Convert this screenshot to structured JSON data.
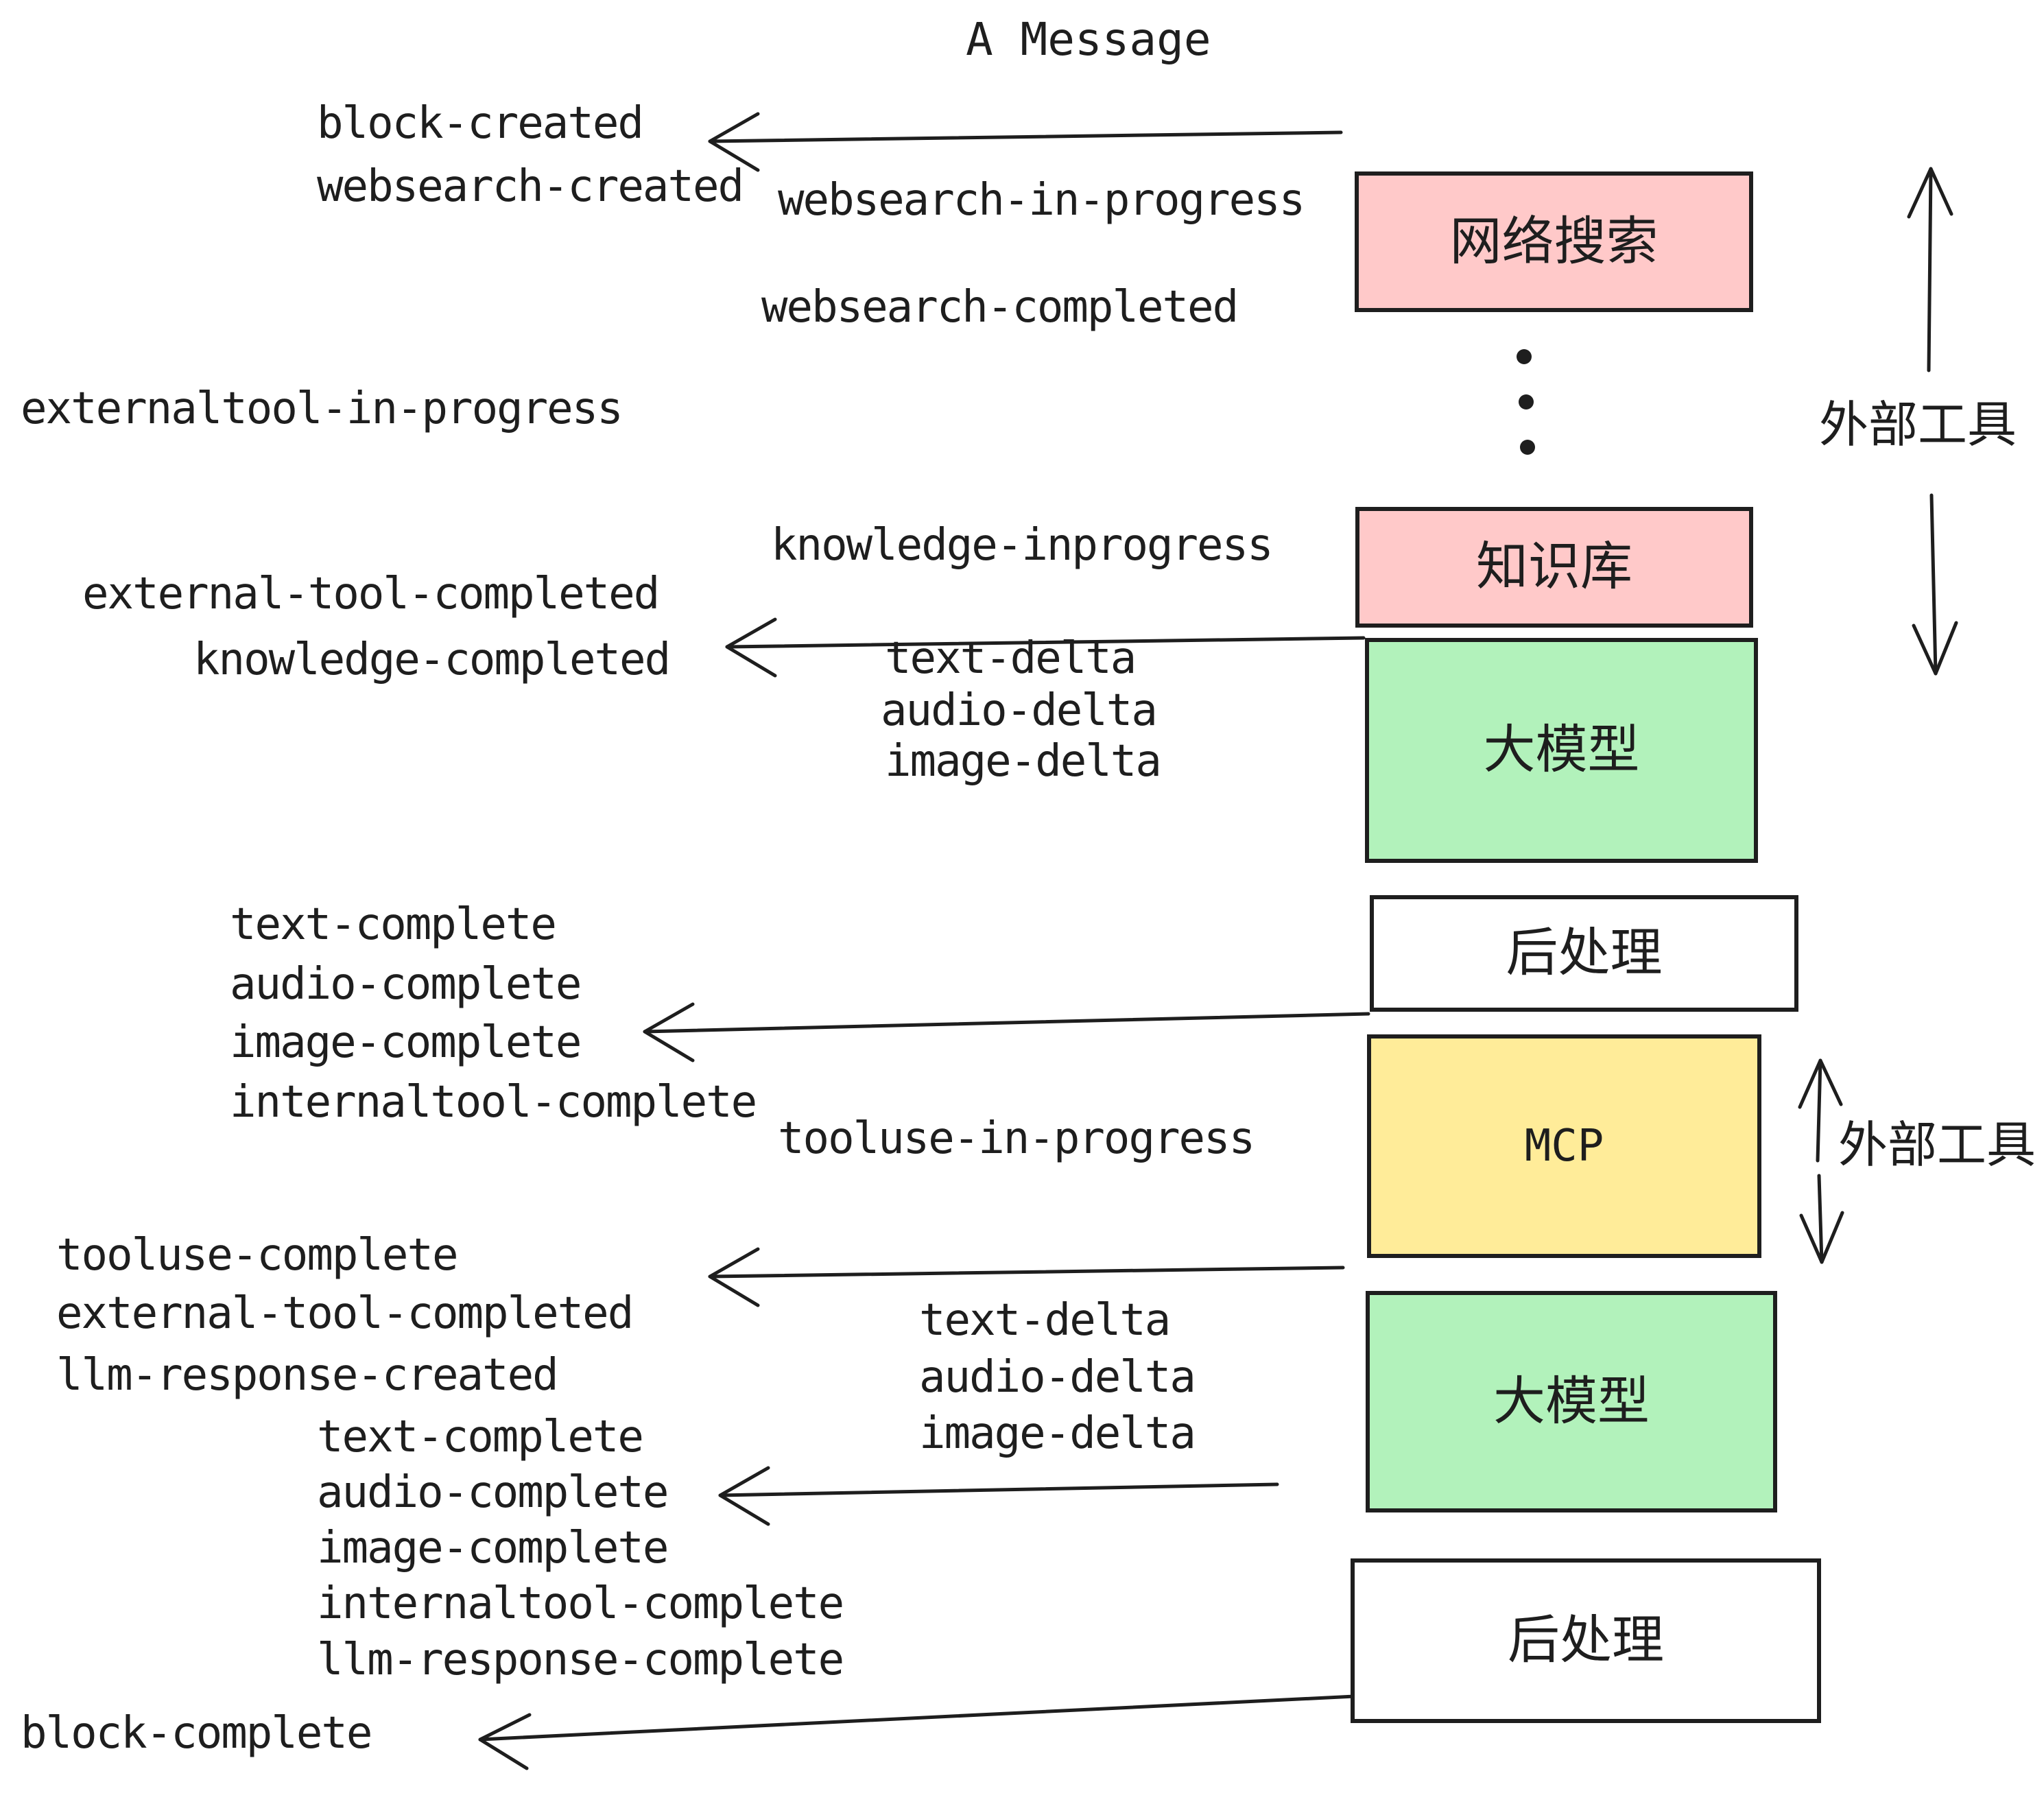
{
  "title": "A Message",
  "colors": {
    "box_pink": "#FFC9C9",
    "box_green": "#B2F2BB",
    "box_yellow": "#FFEC99",
    "box_white": "#FFFFFF",
    "stroke": "#1E1E1E",
    "background": "#FFFFFF"
  },
  "boxes": [
    {
      "id": "websearch",
      "label": "网络搜索",
      "color": "pink"
    },
    {
      "id": "knowledge",
      "label": "知识库",
      "color": "pink"
    },
    {
      "id": "llm-1",
      "label": "大模型",
      "color": "green"
    },
    {
      "id": "post-1",
      "label": "后处理",
      "color": "white"
    },
    {
      "id": "mcp",
      "label": "MCP",
      "color": "yellow"
    },
    {
      "id": "llm-2",
      "label": "大模型",
      "color": "green"
    },
    {
      "id": "post-2",
      "label": "后处理",
      "color": "white"
    }
  ],
  "side_labels": [
    {
      "id": "external-tools-top",
      "label": "外部工具"
    },
    {
      "id": "external-tools-mcp",
      "label": "外部工具"
    }
  ],
  "events": [
    {
      "text": "block-created"
    },
    {
      "text": "websearch-created"
    },
    {
      "text": "websearch-in-progress"
    },
    {
      "text": "websearch-completed"
    },
    {
      "text": "externaltool-in-progress"
    },
    {
      "text": "knowledge-inprogress"
    },
    {
      "text": "external-tool-completed"
    },
    {
      "text": "knowledge-completed"
    },
    {
      "text": "text-delta"
    },
    {
      "text": "audio-delta"
    },
    {
      "text": "image-delta"
    },
    {
      "text": "text-complete"
    },
    {
      "text": "audio-complete"
    },
    {
      "text": "image-complete"
    },
    {
      "text": "internaltool-complete"
    },
    {
      "text": "tooluse-in-progress"
    },
    {
      "text": "tooluse-complete"
    },
    {
      "text": "external-tool-completed"
    },
    {
      "text": "llm-response-created"
    },
    {
      "text": "text-complete"
    },
    {
      "text": "audio-complete"
    },
    {
      "text": "image-complete"
    },
    {
      "text": "internaltool-complete"
    },
    {
      "text": "llm-response-complete"
    },
    {
      "text": "block-complete"
    },
    {
      "text": "text-delta"
    },
    {
      "text": "audio-delta"
    },
    {
      "text": "image-delta"
    }
  ]
}
